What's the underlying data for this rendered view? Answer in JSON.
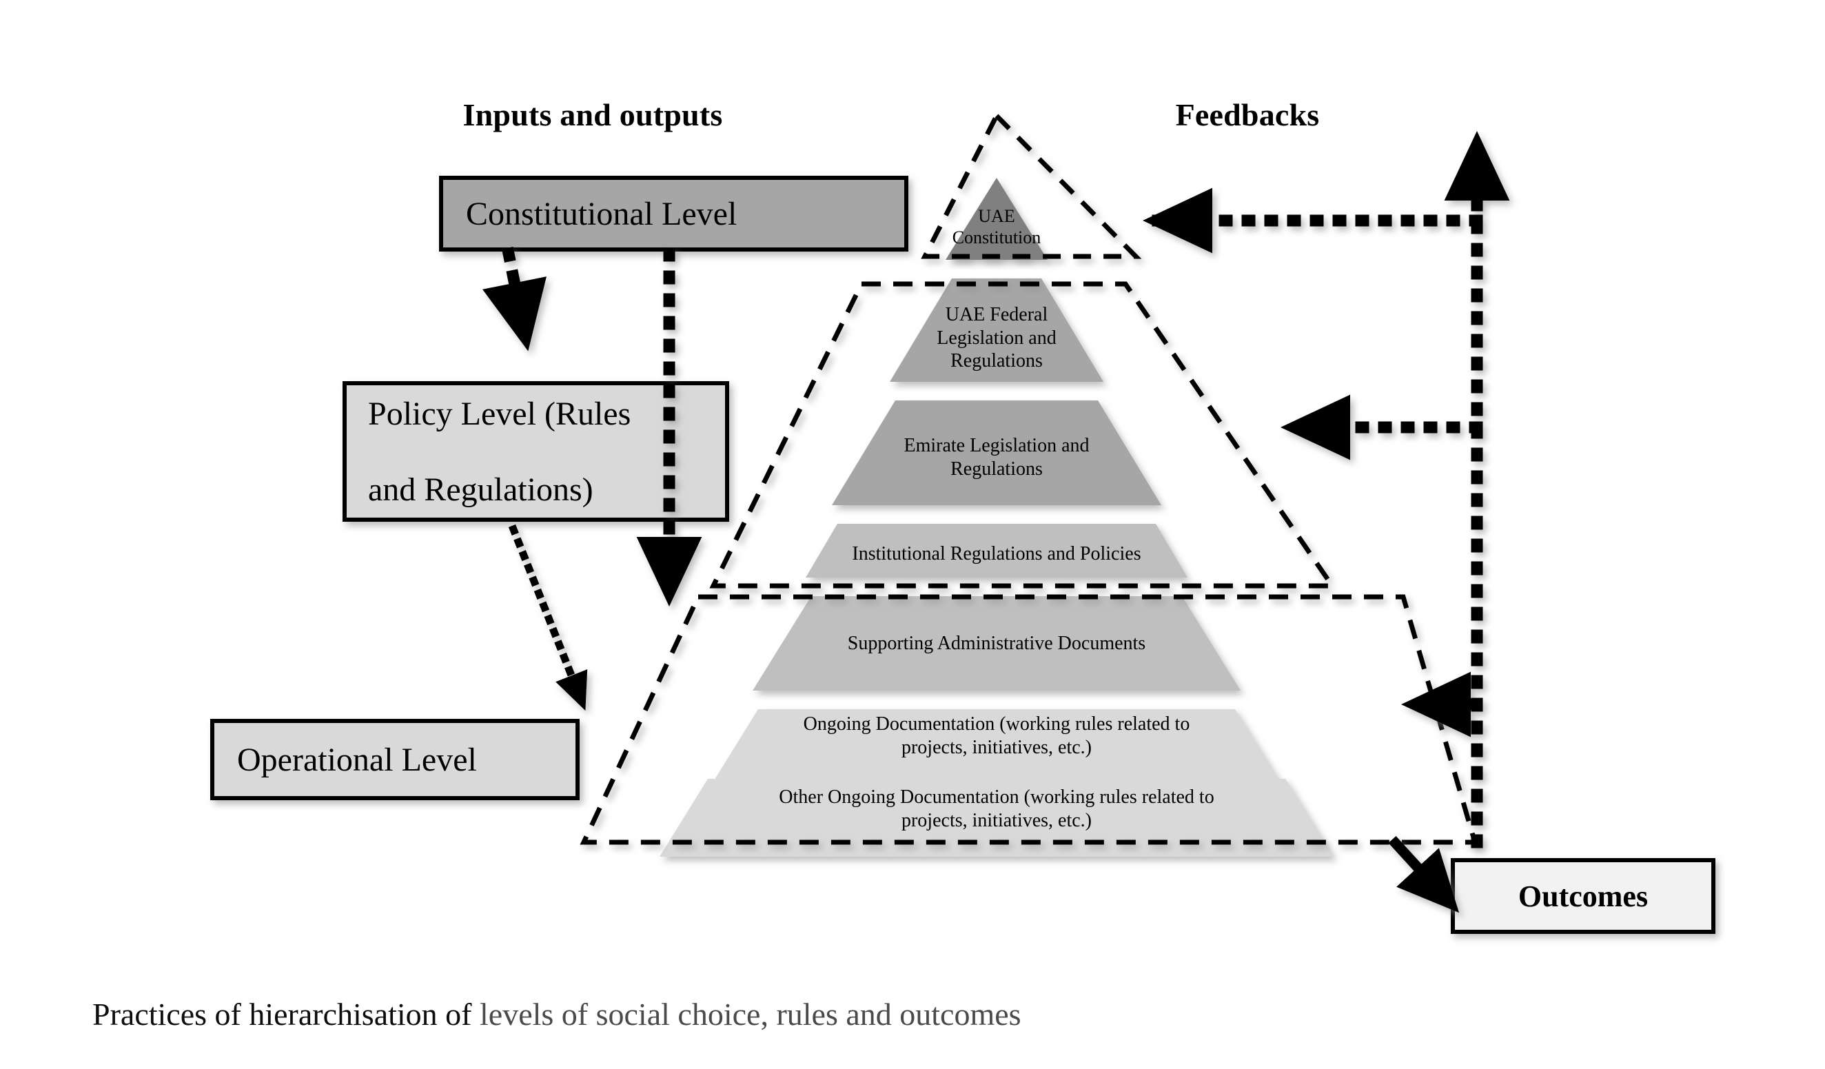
{
  "headers": {
    "left": "Inputs and outputs",
    "right": "Feedbacks"
  },
  "level_boxes": [
    {
      "id": "constitutional",
      "label": "Constitutional Level",
      "fill": "#a6a6a6"
    },
    {
      "id": "policy",
      "label": "Policy Level (Rules and Regulations)",
      "line1": "Policy Level (Rules",
      "line2": "and Regulations)",
      "fill": "#d9d9d9"
    },
    {
      "id": "operational",
      "label": "Operational Level",
      "fill": "#d9d9d9"
    }
  ],
  "outcomes_box": {
    "label": "Outcomes",
    "fill": "#f2f2f2"
  },
  "pyramid": {
    "bands": [
      {
        "id": "apex",
        "label": "UAE Constitution",
        "line1": "UAE",
        "line2": "Constitution",
        "fill": "#808080",
        "font_size": 26
      },
      {
        "id": "federal",
        "label": "UAE Federal Legislation and Regulations",
        "line1": "UAE Federal",
        "line2": "Legislation and",
        "line3": "Regulations",
        "fill": "#a6a6a6",
        "font_size": 28
      },
      {
        "id": "emirate",
        "label": "Emirate Legislation and Regulations",
        "line1": "Emirate Legislation and",
        "line2": "Regulations",
        "fill": "#a6a6a6",
        "font_size": 28
      },
      {
        "id": "institutional",
        "label": "Institutional  Regulations and Policies",
        "line1": "Institutional  Regulations and Policies",
        "fill": "#bfbfbf",
        "font_size": 28
      },
      {
        "id": "supporting",
        "label": "Supporting Administrative Documents",
        "line1": "Supporting Administrative Documents",
        "fill": "#bfbfbf",
        "font_size": 28
      },
      {
        "id": "ongoing",
        "label": "Ongoing Documentation (working rules related to projects, initiatives, etc.)",
        "line1": "Ongoing Documentation (working rules related to",
        "line2": "projects, initiatives, etc.)",
        "fill": "#d9d9d9",
        "font_size": 28
      },
      {
        "id": "other-ongoing",
        "label": "Other Ongoing Documentation (working rules related to projects, initiatives, etc.)",
        "line1": "Other Ongoing Documentation (working rules related to",
        "line2": "projects, initiatives, etc.)",
        "fill": "#d9d9d9",
        "font_size": 28
      }
    ]
  },
  "caption": {
    "part1": "Practices of hierarchisation of ",
    "part2": "levels of social choice, rules and outcomes"
  },
  "colors": {
    "stroke": "#000000",
    "fill_dark": "#808080",
    "fill_mid": "#a6a6a6",
    "fill_light": "#bfbfbf",
    "fill_lighter": "#d9d9d9",
    "fill_near_white": "#f2f2f2",
    "caption_gray": "#4a4a4a"
  }
}
